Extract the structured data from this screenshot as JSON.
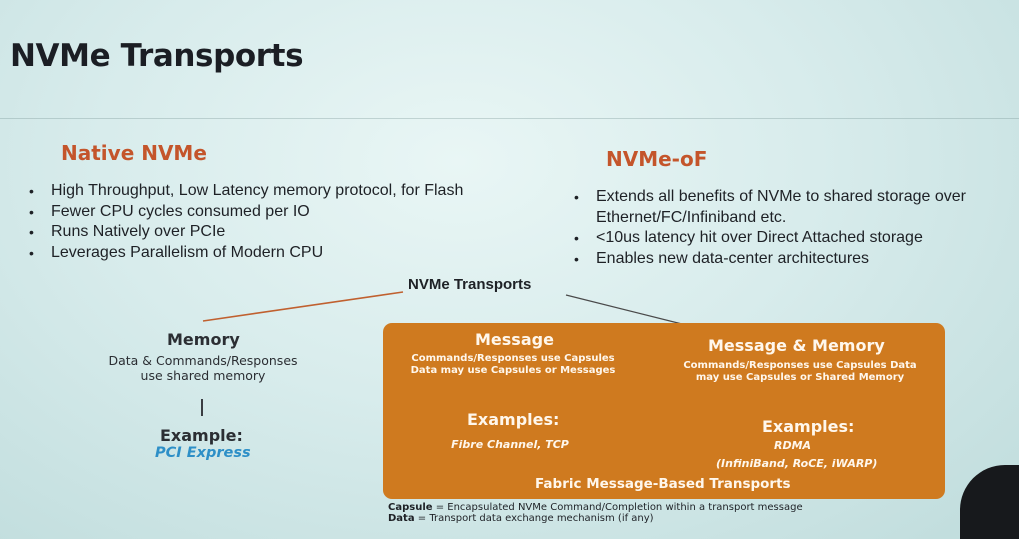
{
  "slide": {
    "title": "NVMe Transports",
    "native": {
      "heading": "Native NVMe",
      "bullets": [
        "High Throughput, Low Latency memory protocol, for Flash",
        "Fewer CPU cycles consumed per IO",
        "Runs Natively over PCIe",
        "Leverages Parallelism of Modern CPU"
      ]
    },
    "nvmeof": {
      "heading": "NVMe-oF",
      "bullets": [
        "Extends all benefits of NVMe to shared storage over\nEthernet/FC/Infiniband etc.",
        "<10us latency hit over Direct Attached storage",
        "Enables new data-center architectures"
      ]
    },
    "transports_label": "NVMe Transports",
    "memory": {
      "heading": "Memory",
      "description": "Data & Commands/Responses use shared memory",
      "example_label": "Example:",
      "example": "PCI Express"
    },
    "message": {
      "heading": "Message",
      "description": "Commands/Responses use Capsules Data may use Capsules or Messages",
      "example_label": "Examples:",
      "examples": "Fibre Channel, TCP"
    },
    "message_memory": {
      "heading": "Message & Memory",
      "description": "Commands/Responses use Capsules Data may use Capsules or Shared Memory",
      "example_label": "Examples:",
      "example_main": "RDMA",
      "example_list": "(InfiniBand, RoCE, iWARP)"
    },
    "fabric_label": "Fabric Message-Based Transports",
    "footnote": {
      "capsule_term": "Capsule",
      "capsule_def": " = Encapsulated NVMe Command/Completion within a transport message",
      "data_term": "Data",
      "data_def": " = Transport data exchange mechanism (if any)"
    },
    "bullet_glyph": "•",
    "colors": {
      "heading_accent": "#c4552b",
      "fabric_box": "#cf7a1f",
      "pci_express": "#2d8fc7"
    }
  }
}
